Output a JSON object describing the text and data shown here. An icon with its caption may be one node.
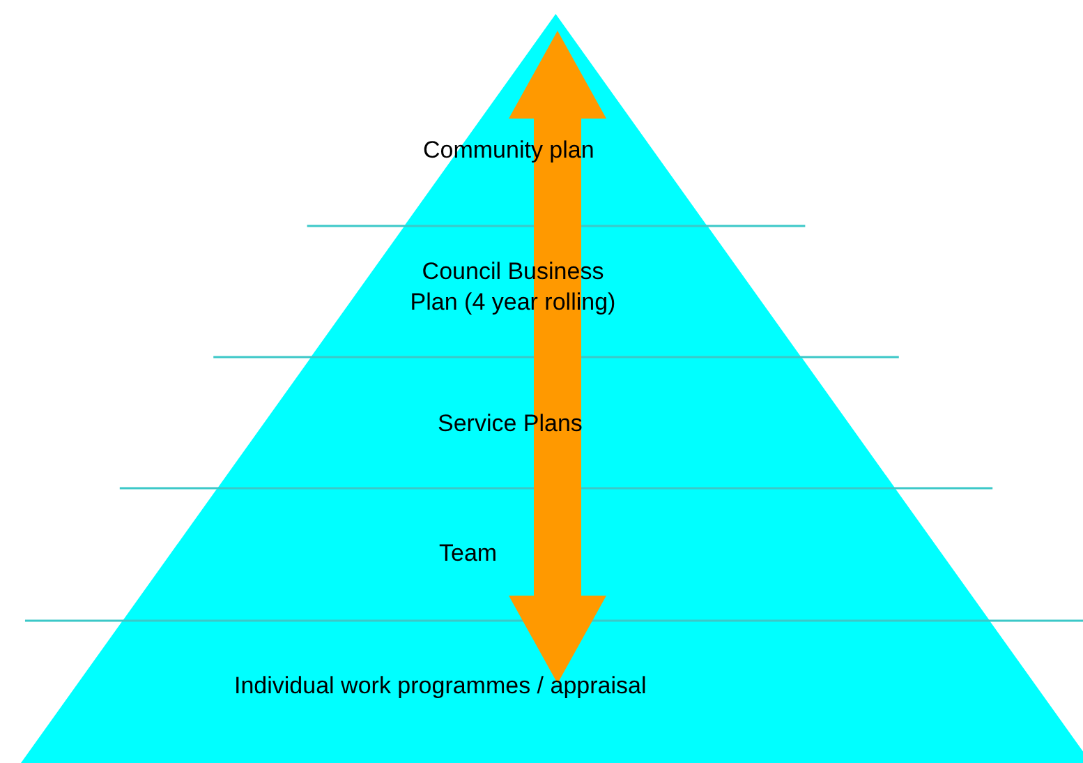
{
  "diagram": {
    "nodes": [
      {
        "text": [
          "Community plan"
        ]
      },
      {
        "text": [
          "Council Business Plan (4 year rolling)"
        ]
      },
      {
        "text": [
          "Service Plans"
        ]
      },
      {
        "text": [
          "Team"
        ]
      },
      {
        "text": [
          "Individual work programmes / appraisal"
        ]
      }
    ],
    "edges": [
      {
        "from": 0,
        "to": 4,
        "arrow": "both"
      }
    ]
  }
}
